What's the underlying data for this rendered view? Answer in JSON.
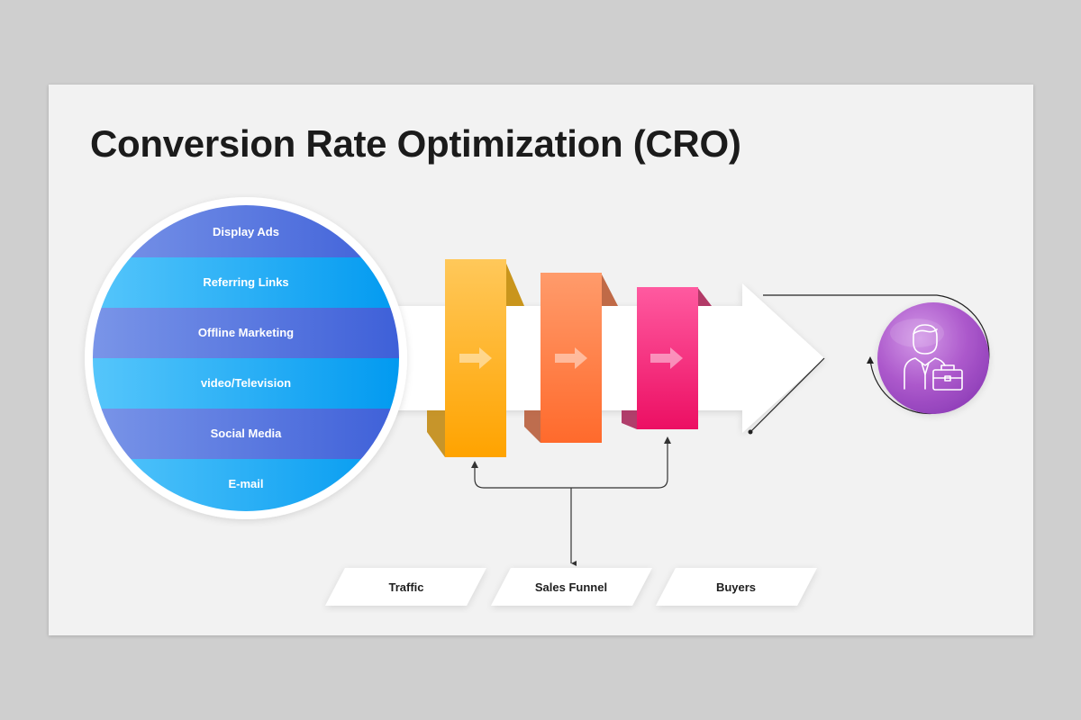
{
  "slide": {
    "title": "Conversion Rate Optimization (CRO)"
  },
  "sources": [
    "Display Ads",
    "Referring Links",
    "Offline Marketing",
    "video/Television",
    "Social Media",
    "E-mail"
  ],
  "stages": [
    {
      "label": "Traffic",
      "color": "#fdb022"
    },
    {
      "label": "Sales Funnel",
      "color": "#ff7a45"
    },
    {
      "label": "Buyers",
      "color": "#f2337a"
    }
  ],
  "colors": {
    "band_dark_blue": "#4a73e0",
    "band_light_blue": "#12b0f5",
    "result_purple": "#a04bc6"
  },
  "icons": {
    "stage_arrow": "arrow-right-icon",
    "result": "businessman-briefcase-icon"
  }
}
